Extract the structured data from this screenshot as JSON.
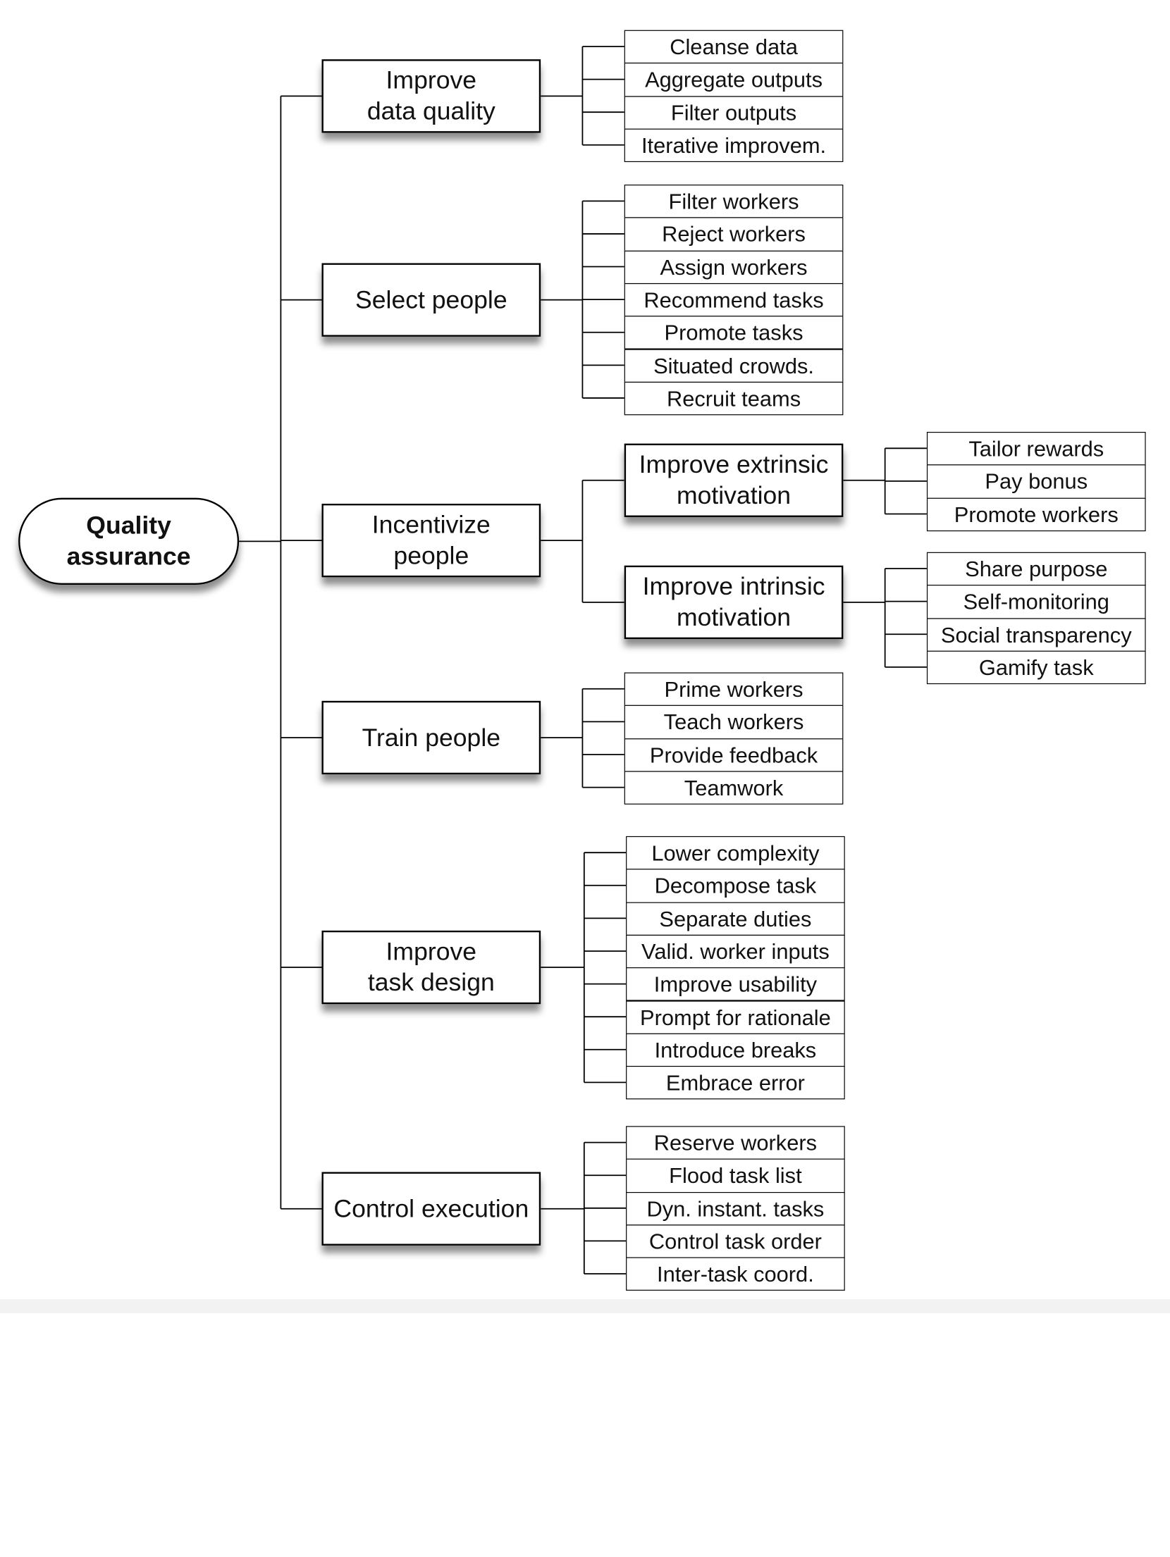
{
  "root": {
    "label": "Quality\nassurance"
  },
  "categories": [
    {
      "label": "Improve\ndata quality",
      "items": [
        "Cleanse data",
        "Aggregate outputs",
        "Filter outputs",
        "Iterative improvem."
      ]
    },
    {
      "label": "Select people",
      "items": [
        "Filter workers",
        "Reject workers",
        "Assign workers",
        "Recommend tasks",
        "Promote tasks",
        "Situated crowds.",
        "Recruit teams"
      ]
    },
    {
      "label": "Incentivize\npeople",
      "subs": [
        {
          "label": "Improve extrinsic\nmotivation",
          "items": [
            "Tailor rewards",
            "Pay bonus",
            "Promote workers"
          ]
        },
        {
          "label": "Improve intrinsic\nmotivation",
          "items": [
            "Share purpose",
            "Self-monitoring",
            "Social transparency",
            "Gamify task"
          ]
        }
      ]
    },
    {
      "label": "Train people",
      "items": [
        "Prime workers",
        "Teach workers",
        "Provide feedback",
        "Teamwork"
      ]
    },
    {
      "label": "Improve\ntask design",
      "items": [
        "Lower complexity",
        "Decompose task",
        "Separate duties",
        "Valid. worker inputs",
        "Improve usability",
        "Prompt for rationale",
        "Introduce breaks",
        "Embrace error"
      ]
    },
    {
      "label": "Control execution",
      "items": [
        "Reserve workers",
        "Flood task list",
        "Dyn. instant. tasks",
        "Control task order",
        "Inter-task coord."
      ]
    }
  ]
}
